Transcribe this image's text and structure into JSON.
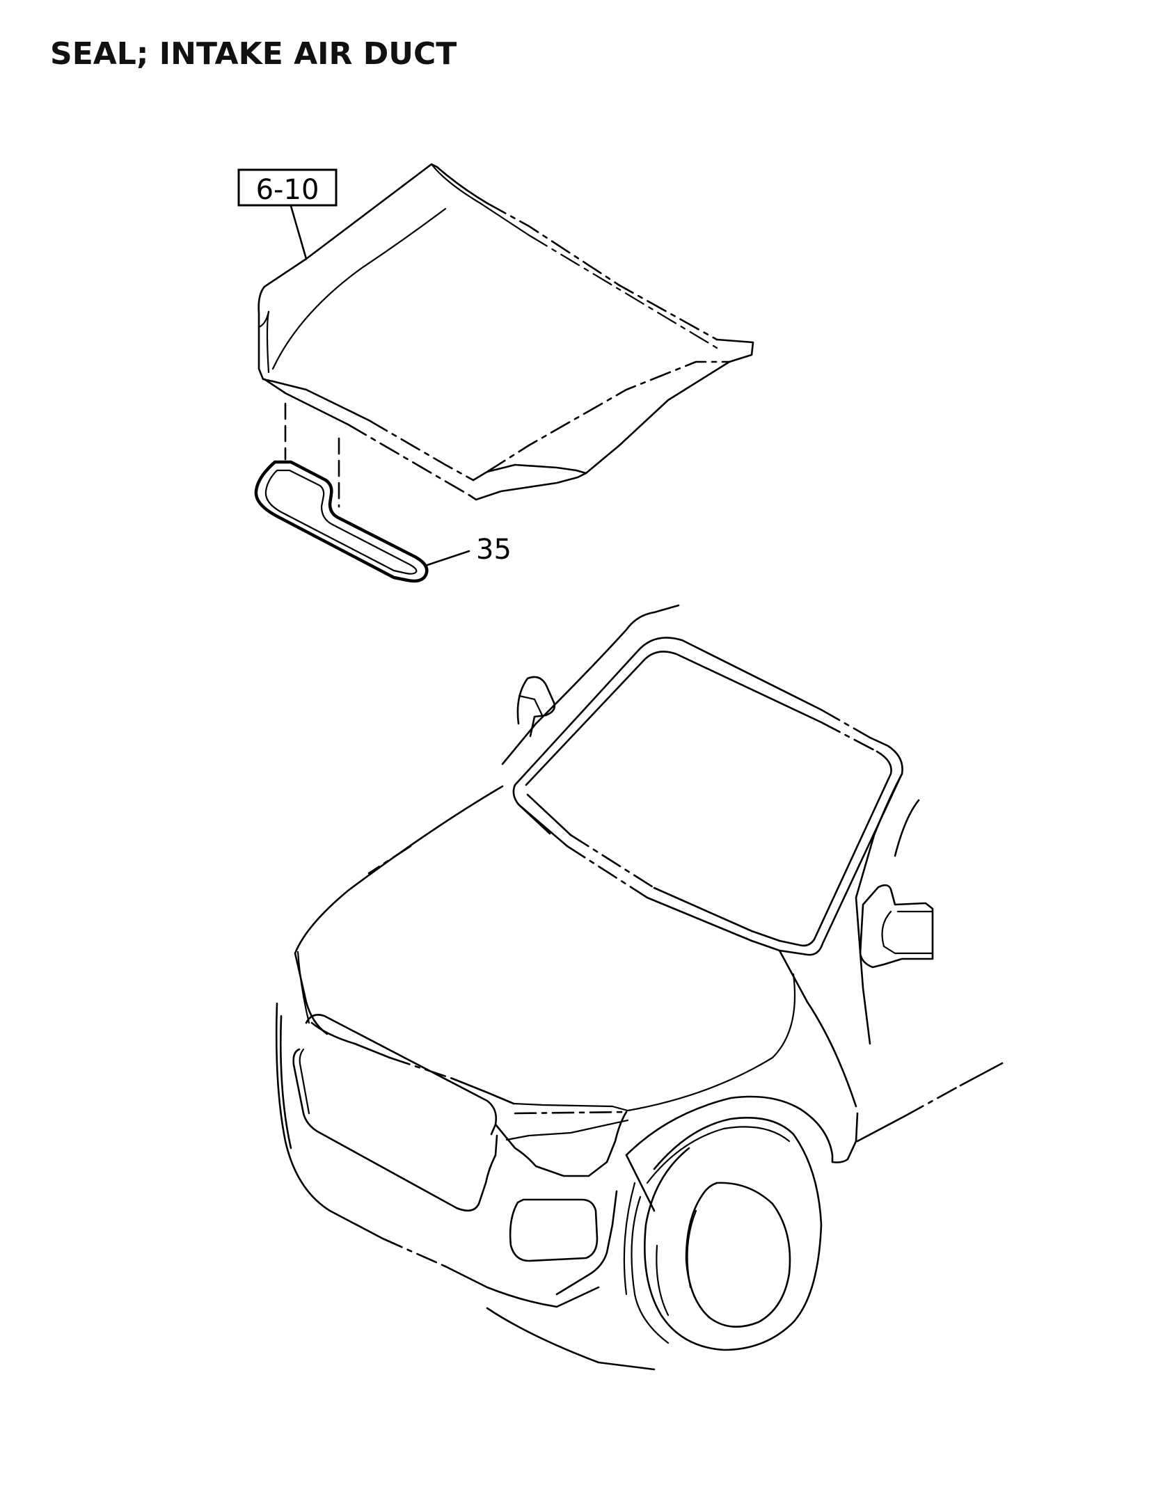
{
  "page": {
    "title": "SEAL; INTAKE AIR DUCT"
  },
  "callouts": {
    "ref_box": "6-10",
    "part_number": "35"
  },
  "colors": {
    "line": "#000000",
    "background": "#ffffff"
  }
}
